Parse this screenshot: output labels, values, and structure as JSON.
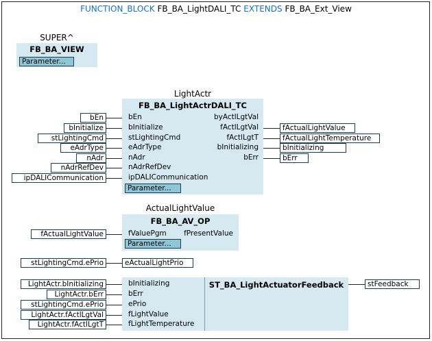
{
  "header": {
    "keyword1": "FUNCTION_BLOCK",
    "name": "FB_BA_LightDALI_TC",
    "keyword2": "EXTENDS",
    "base": "FB_BA_Ext_View"
  },
  "super": {
    "label": "SUPER^",
    "type": "FB_BA_VIEW",
    "param": "Parameter..."
  },
  "light_actr": {
    "label": "LightActr",
    "type": "FB_BA_LightActrDALI_TC",
    "param": "Parameter...",
    "inputs": [
      "bEn",
      "bInitialize",
      "stLightingCmd",
      "eAdrType",
      "nAdr",
      "nAdrRefDev",
      "ipDALICommunication"
    ],
    "outputs": [
      "byActlLgtVal",
      "fActlLgtVal",
      "fActlLgtT",
      "bInitializing",
      "bErr"
    ],
    "input_vars": [
      "bEn",
      "bInitialize",
      "stLightingCmd",
      "eAdrType",
      "nAdr",
      "nAdrRefDev",
      "ipDALICommunication"
    ],
    "output_vars": [
      "",
      "fActualLightValue",
      "fActualLightTemperature",
      "bInitializing",
      "bErr"
    ]
  },
  "av_op": {
    "label": "ActualLightValue",
    "type": "FB_BA_AV_OP",
    "param": "Parameter...",
    "input": "fValuePgm",
    "output": "fPresentValue",
    "input_var": "fActualLightValue"
  },
  "prio_assign": {
    "source": "stLightingCmd.ePrio",
    "target": "eActualLightPrio"
  },
  "feedback": {
    "type": "ST_BA_LightActuatorFeedback",
    "inputs": [
      "bInitializing",
      "bErr",
      "ePrio",
      "fLightValue",
      "fLightTemperature"
    ],
    "input_vars": [
      "LightActr.bInitializing",
      "LightActr.bErr",
      "stLightingCmd.ePrio",
      "LightActr.fActlLgtVal",
      "LightActr.fActlLgtT"
    ],
    "output_var": "stFeedback"
  }
}
